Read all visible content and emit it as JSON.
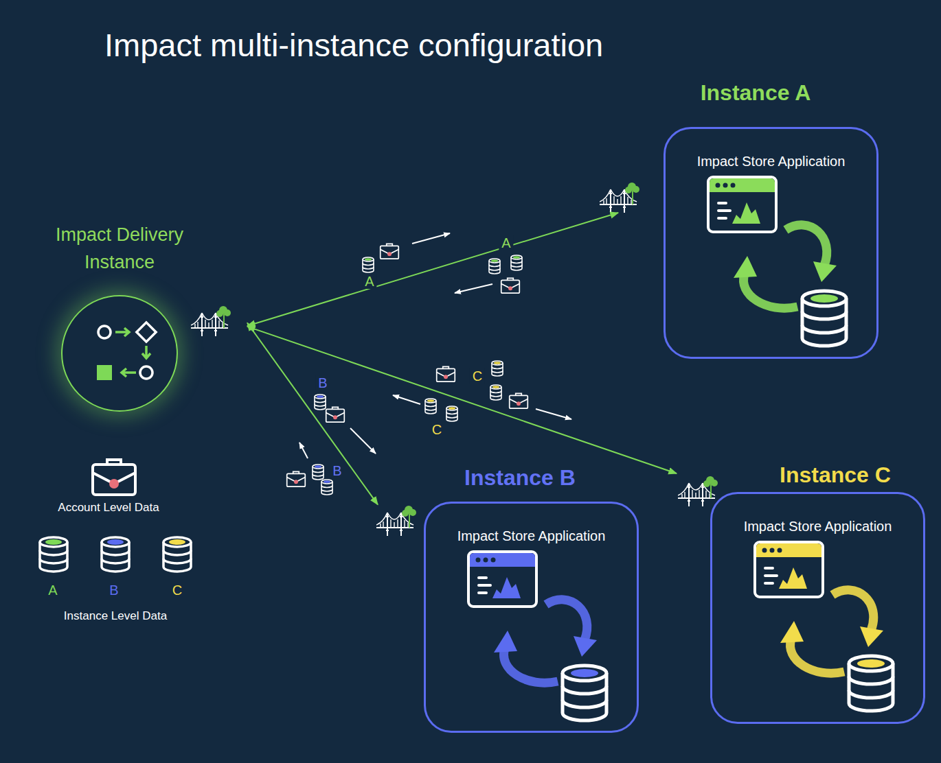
{
  "diagram": {
    "title": "Impact multi-instance configuration",
    "nodes": [
      {
        "text": [
          "Impact Delivery Instance"
        ]
      },
      {
        "text": [
          "Instance A",
          "Impact Store Application"
        ]
      },
      {
        "text": [
          "Instance B",
          "Impact Store Application"
        ]
      },
      {
        "text": [
          "Instance C",
          "Impact Store Application"
        ]
      }
    ],
    "edges": [
      {
        "from": 0,
        "to": 1,
        "arrow": "both",
        "label": "A"
      },
      {
        "from": 0,
        "to": 2,
        "arrow": "both",
        "label": "B"
      },
      {
        "from": 0,
        "to": 3,
        "arrow": "both",
        "label": "C"
      }
    ],
    "labels": [
      "A",
      "B",
      "C",
      "Instance Level Data"
    ],
    "legend": [
      {
        "text": "Account Level Data"
      },
      {
        "text": "A",
        "color": "#7ed957"
      },
      {
        "text": "B",
        "color": "#5b6cf0"
      },
      {
        "text": "C",
        "color": "#f2dc4b"
      }
    ]
  }
}
